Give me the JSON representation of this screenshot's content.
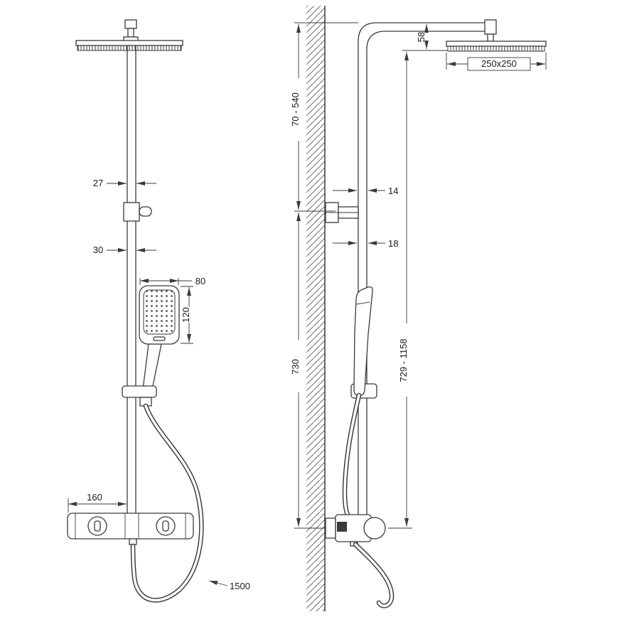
{
  "front": {
    "pole_upper": "27",
    "pole_lower": "30",
    "handset_width": "80",
    "handset_height": "120",
    "valve_width": "160",
    "hose_length": "1500"
  },
  "side": {
    "head_drop": "58",
    "head_size": "250x250",
    "arm_range": "70 - 540",
    "pipe_upper_depth": "14",
    "pipe_lower_depth": "18",
    "bracket_to_valve": "730",
    "valve_to_head_range": "729 - 1158"
  }
}
